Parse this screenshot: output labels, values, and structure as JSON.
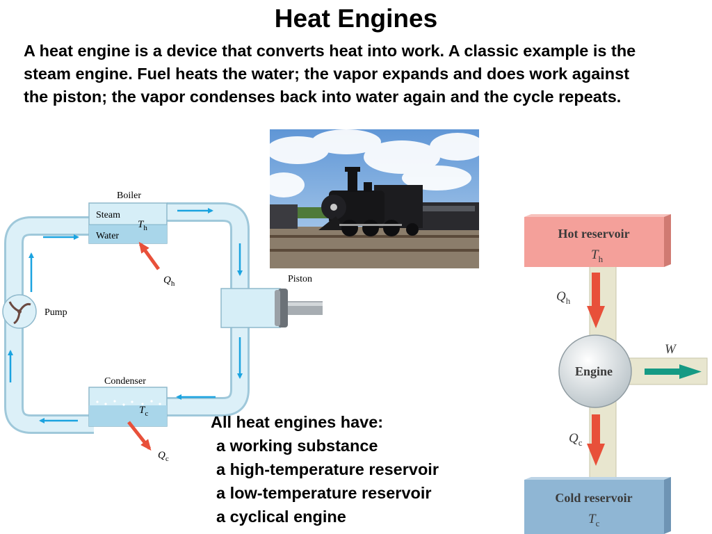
{
  "slide": {
    "title": "Heat Engines",
    "intro": "A heat engine is a device that converts heat into work. A classic example is the steam engine. Fuel heats the water; the vapor expands and does work against the piston; the vapor condenses back into water again and the cycle repeats."
  },
  "steam_cycle": {
    "boiler": "Boiler",
    "steam": "Steam",
    "water": "Water",
    "th": "T",
    "th_sub": "h",
    "qh": "Q",
    "qh_sub": "h",
    "piston": "Piston",
    "pump": "Pump",
    "condenser": "Condenser",
    "tc": "T",
    "tc_sub": "c",
    "qc": "Q",
    "qc_sub": "c"
  },
  "energy_flow": {
    "hot_reservoir": "Hot reservoir",
    "th": "T",
    "th_sub": "h",
    "qh": "Q",
    "qh_sub": "h",
    "engine": "Engine",
    "work": "W",
    "qc": "Q",
    "qc_sub": "c",
    "cold_reservoir": "Cold reservoir",
    "tc": "T",
    "tc_sub": "c"
  },
  "features": {
    "heading": "All heat engines have:",
    "items": [
      "a working substance",
      "a high-temperature reservoir",
      "a low-temperature reservoir",
      "a cyclical engine"
    ]
  },
  "colors": {
    "pipe": "#cfe8f2",
    "flow_arrow": "#1aa3e0",
    "heat_arrow": "#e8503a",
    "hot_reservoir": "#f4a09a",
    "cold_reservoir": "#8fb6d4",
    "work_arrow": "#159a84"
  }
}
